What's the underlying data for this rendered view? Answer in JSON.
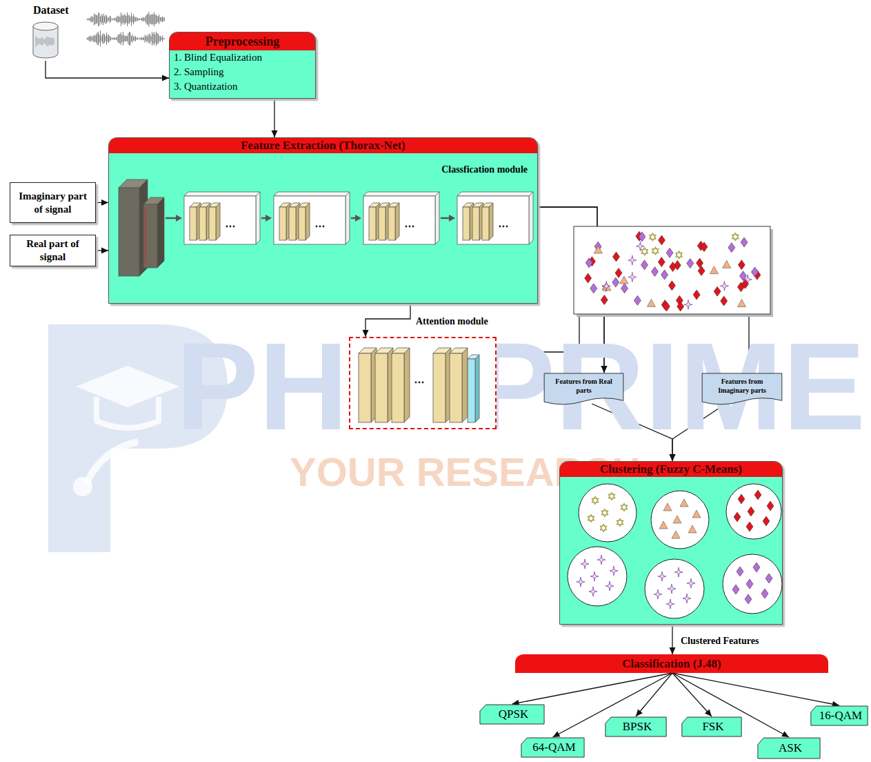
{
  "diagram": {
    "nodes": [
      {
        "text": [
          "Dataset"
        ]
      },
      {
        "text": [
          "Preprocessing",
          "1. Blind Equalization",
          "2. Sampling",
          "3. Quantization"
        ]
      },
      {
        "text": [
          "Feature Extraction (Thorax-Net)",
          "Classfication module"
        ]
      },
      {
        "text": [
          "Imaginary part of signal"
        ]
      },
      {
        "text": [
          "Real part of signal"
        ]
      },
      {
        "text": [
          "Attention module"
        ]
      },
      {
        "text": [
          "Features from Real parts"
        ]
      },
      {
        "text": [
          "Features from Imaginary parts"
        ]
      },
      {
        "text": [
          "Clustering (Fuzzy C-Means)"
        ]
      },
      {
        "text": [
          "Classification (J.48)"
        ]
      },
      {
        "text": [
          "QPSK"
        ]
      },
      {
        "text": [
          "64-QAM"
        ]
      },
      {
        "text": [
          "BPSK"
        ]
      },
      {
        "text": [
          "FSK"
        ]
      },
      {
        "text": [
          "ASK"
        ]
      },
      {
        "text": [
          "16-QAM"
        ]
      }
    ],
    "edges": [
      {
        "from": 0,
        "to": 1,
        "arrow": "to"
      },
      {
        "from": 1,
        "to": 2,
        "arrow": "to"
      },
      {
        "from": 3,
        "to": 2,
        "arrow": "to"
      },
      {
        "from": 4,
        "to": 2,
        "arrow": "to"
      },
      {
        "from": 2,
        "to": 5,
        "arrow": "to"
      },
      {
        "from": 2,
        "to": 6,
        "arrow": "to"
      },
      {
        "from": 2,
        "to": 7,
        "arrow": "to"
      },
      {
        "from": 5,
        "to": 6,
        "arrow": "to"
      },
      {
        "from": 6,
        "to": 8,
        "arrow": "to"
      },
      {
        "from": 7,
        "to": 8,
        "arrow": "to"
      },
      {
        "from": 8,
        "to": 9,
        "label": "Clustered Features",
        "arrow": "to"
      },
      {
        "from": 9,
        "to": 10,
        "arrow": "to"
      },
      {
        "from": 9,
        "to": 11,
        "arrow": "to"
      },
      {
        "from": 9,
        "to": 12,
        "arrow": "to"
      },
      {
        "from": 9,
        "to": 13,
        "arrow": "to"
      },
      {
        "from": 9,
        "to": 14,
        "arrow": "to"
      },
      {
        "from": 9,
        "to": 15,
        "arrow": "to"
      }
    ],
    "labels": [
      "PHD PRIME",
      "YOUR RESEARCH"
    ]
  }
}
